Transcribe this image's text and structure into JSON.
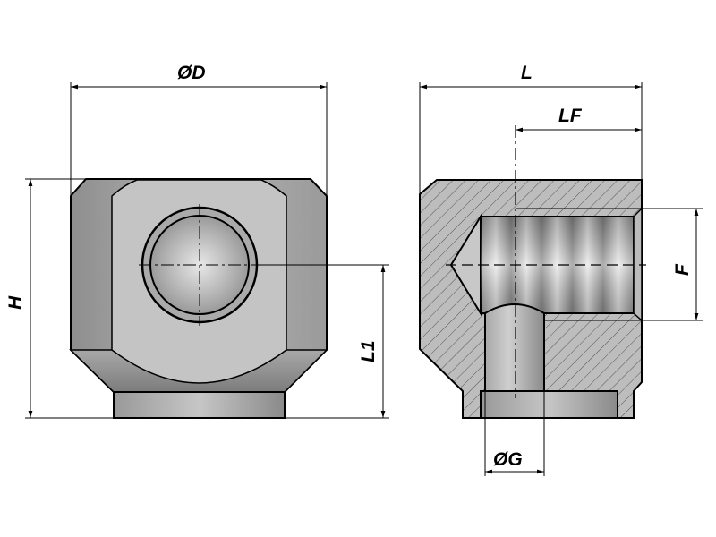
{
  "labels": {
    "diameter_d": "ØD",
    "height_h": "H",
    "length_l1": "L1",
    "length_l": "L",
    "length_lf": "LF",
    "thread_f": "F",
    "diameter_g": "ØG"
  }
}
